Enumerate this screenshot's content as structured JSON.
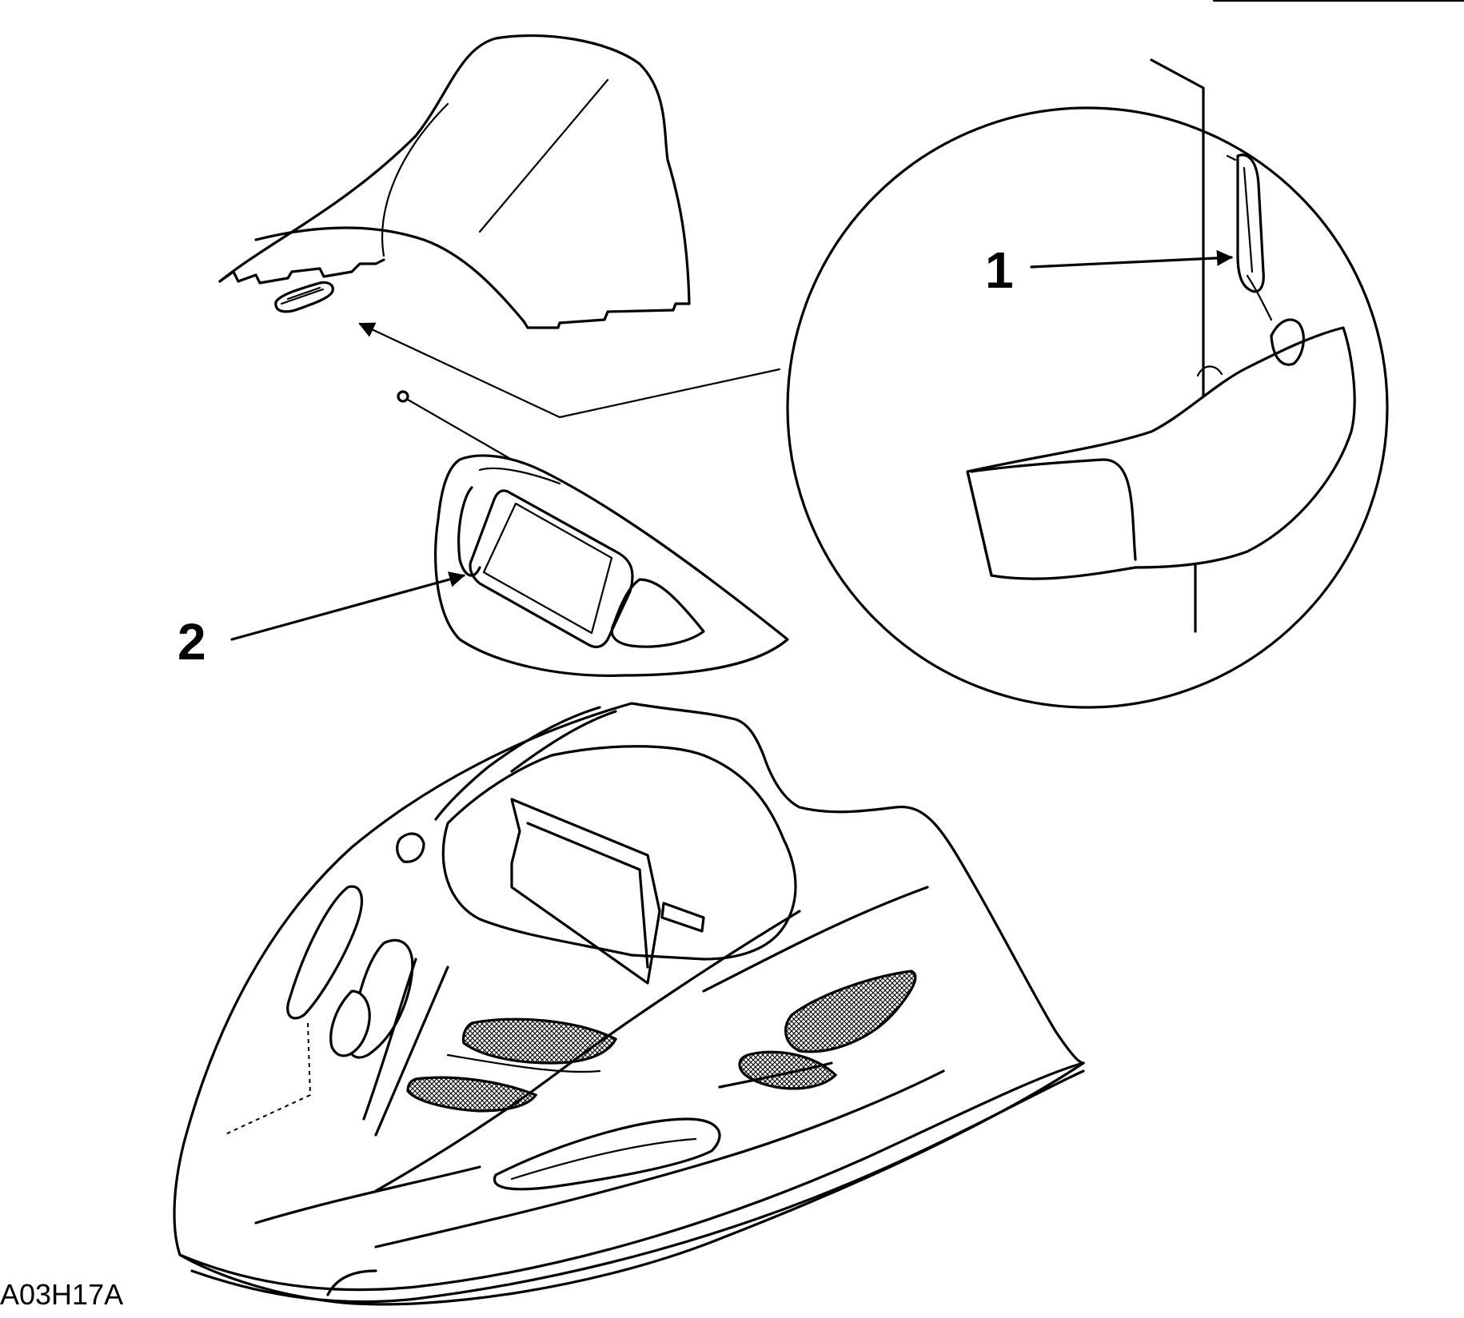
{
  "callouts": {
    "one": "1",
    "two": "2"
  },
  "figure_code": "A03H17A"
}
